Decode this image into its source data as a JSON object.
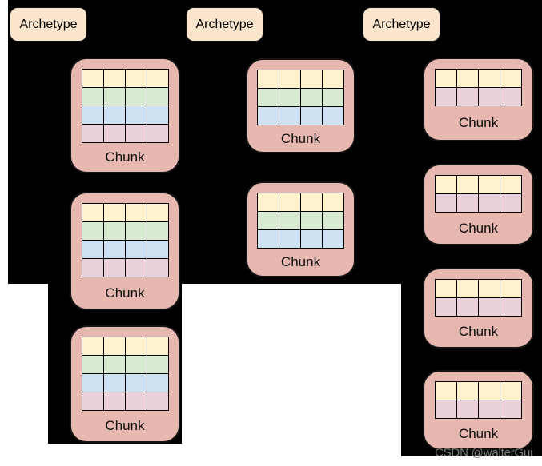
{
  "diagram": {
    "background": "#ffffff",
    "mask_color": "#000000",
    "colors": {
      "archetype_fill": "#fce5cd",
      "chunk_fill": "#e6b8af",
      "cell_border": "#000000",
      "yellow": "#fff2cc",
      "green": "#d9ead3",
      "blue": "#cfe2f3",
      "pink": "#ead1dc"
    },
    "columns": [
      {
        "archetype_label": "Archetype",
        "chunks": [
          {
            "label": "Chunk",
            "cols": 4,
            "rows": [
              "yellow",
              "green",
              "blue",
              "pink"
            ]
          },
          {
            "label": "Chunk",
            "cols": 4,
            "rows": [
              "yellow",
              "green",
              "blue",
              "pink"
            ]
          },
          {
            "label": "Chunk",
            "cols": 4,
            "rows": [
              "yellow",
              "green",
              "blue",
              "pink"
            ]
          }
        ]
      },
      {
        "archetype_label": "Archetype",
        "chunks": [
          {
            "label": "Chunk",
            "cols": 4,
            "rows": [
              "yellow",
              "green",
              "blue"
            ]
          },
          {
            "label": "Chunk",
            "cols": 4,
            "rows": [
              "yellow",
              "green",
              "blue"
            ]
          }
        ]
      },
      {
        "archetype_label": "Archetype",
        "chunks": [
          {
            "label": "Chunk",
            "cols": 4,
            "rows": [
              "yellow",
              "pink"
            ]
          },
          {
            "label": "Chunk",
            "cols": 4,
            "rows": [
              "yellow",
              "pink"
            ]
          },
          {
            "label": "Chunk",
            "cols": 4,
            "rows": [
              "yellow",
              "pink"
            ]
          },
          {
            "label": "Chunk",
            "cols": 4,
            "rows": [
              "yellow",
              "pink"
            ]
          }
        ]
      }
    ]
  },
  "watermark": {
    "text": "CSDN @walterGui",
    "color": "#7d7d7d"
  }
}
